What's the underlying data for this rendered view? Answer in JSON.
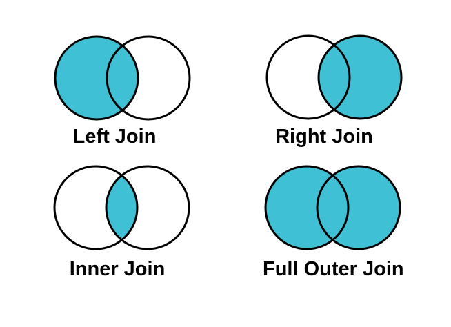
{
  "page": {
    "background": "#ffffff"
  },
  "colors": {
    "venn_fill": "#40C0D4",
    "venn_stroke": "#000000",
    "label_text": "#000000"
  },
  "diagrams": [
    {
      "label": "Left Join",
      "mode": "left",
      "shaded_region": "entire left circle including intersection"
    },
    {
      "label": "Right Join",
      "mode": "right",
      "shaded_region": "entire right circle including intersection"
    },
    {
      "label": "Inner Join",
      "mode": "inner",
      "shaded_region": "intersection only"
    },
    {
      "label": "Full Outer Join",
      "mode": "full",
      "shaded_region": "both circles including intersection"
    }
  ]
}
